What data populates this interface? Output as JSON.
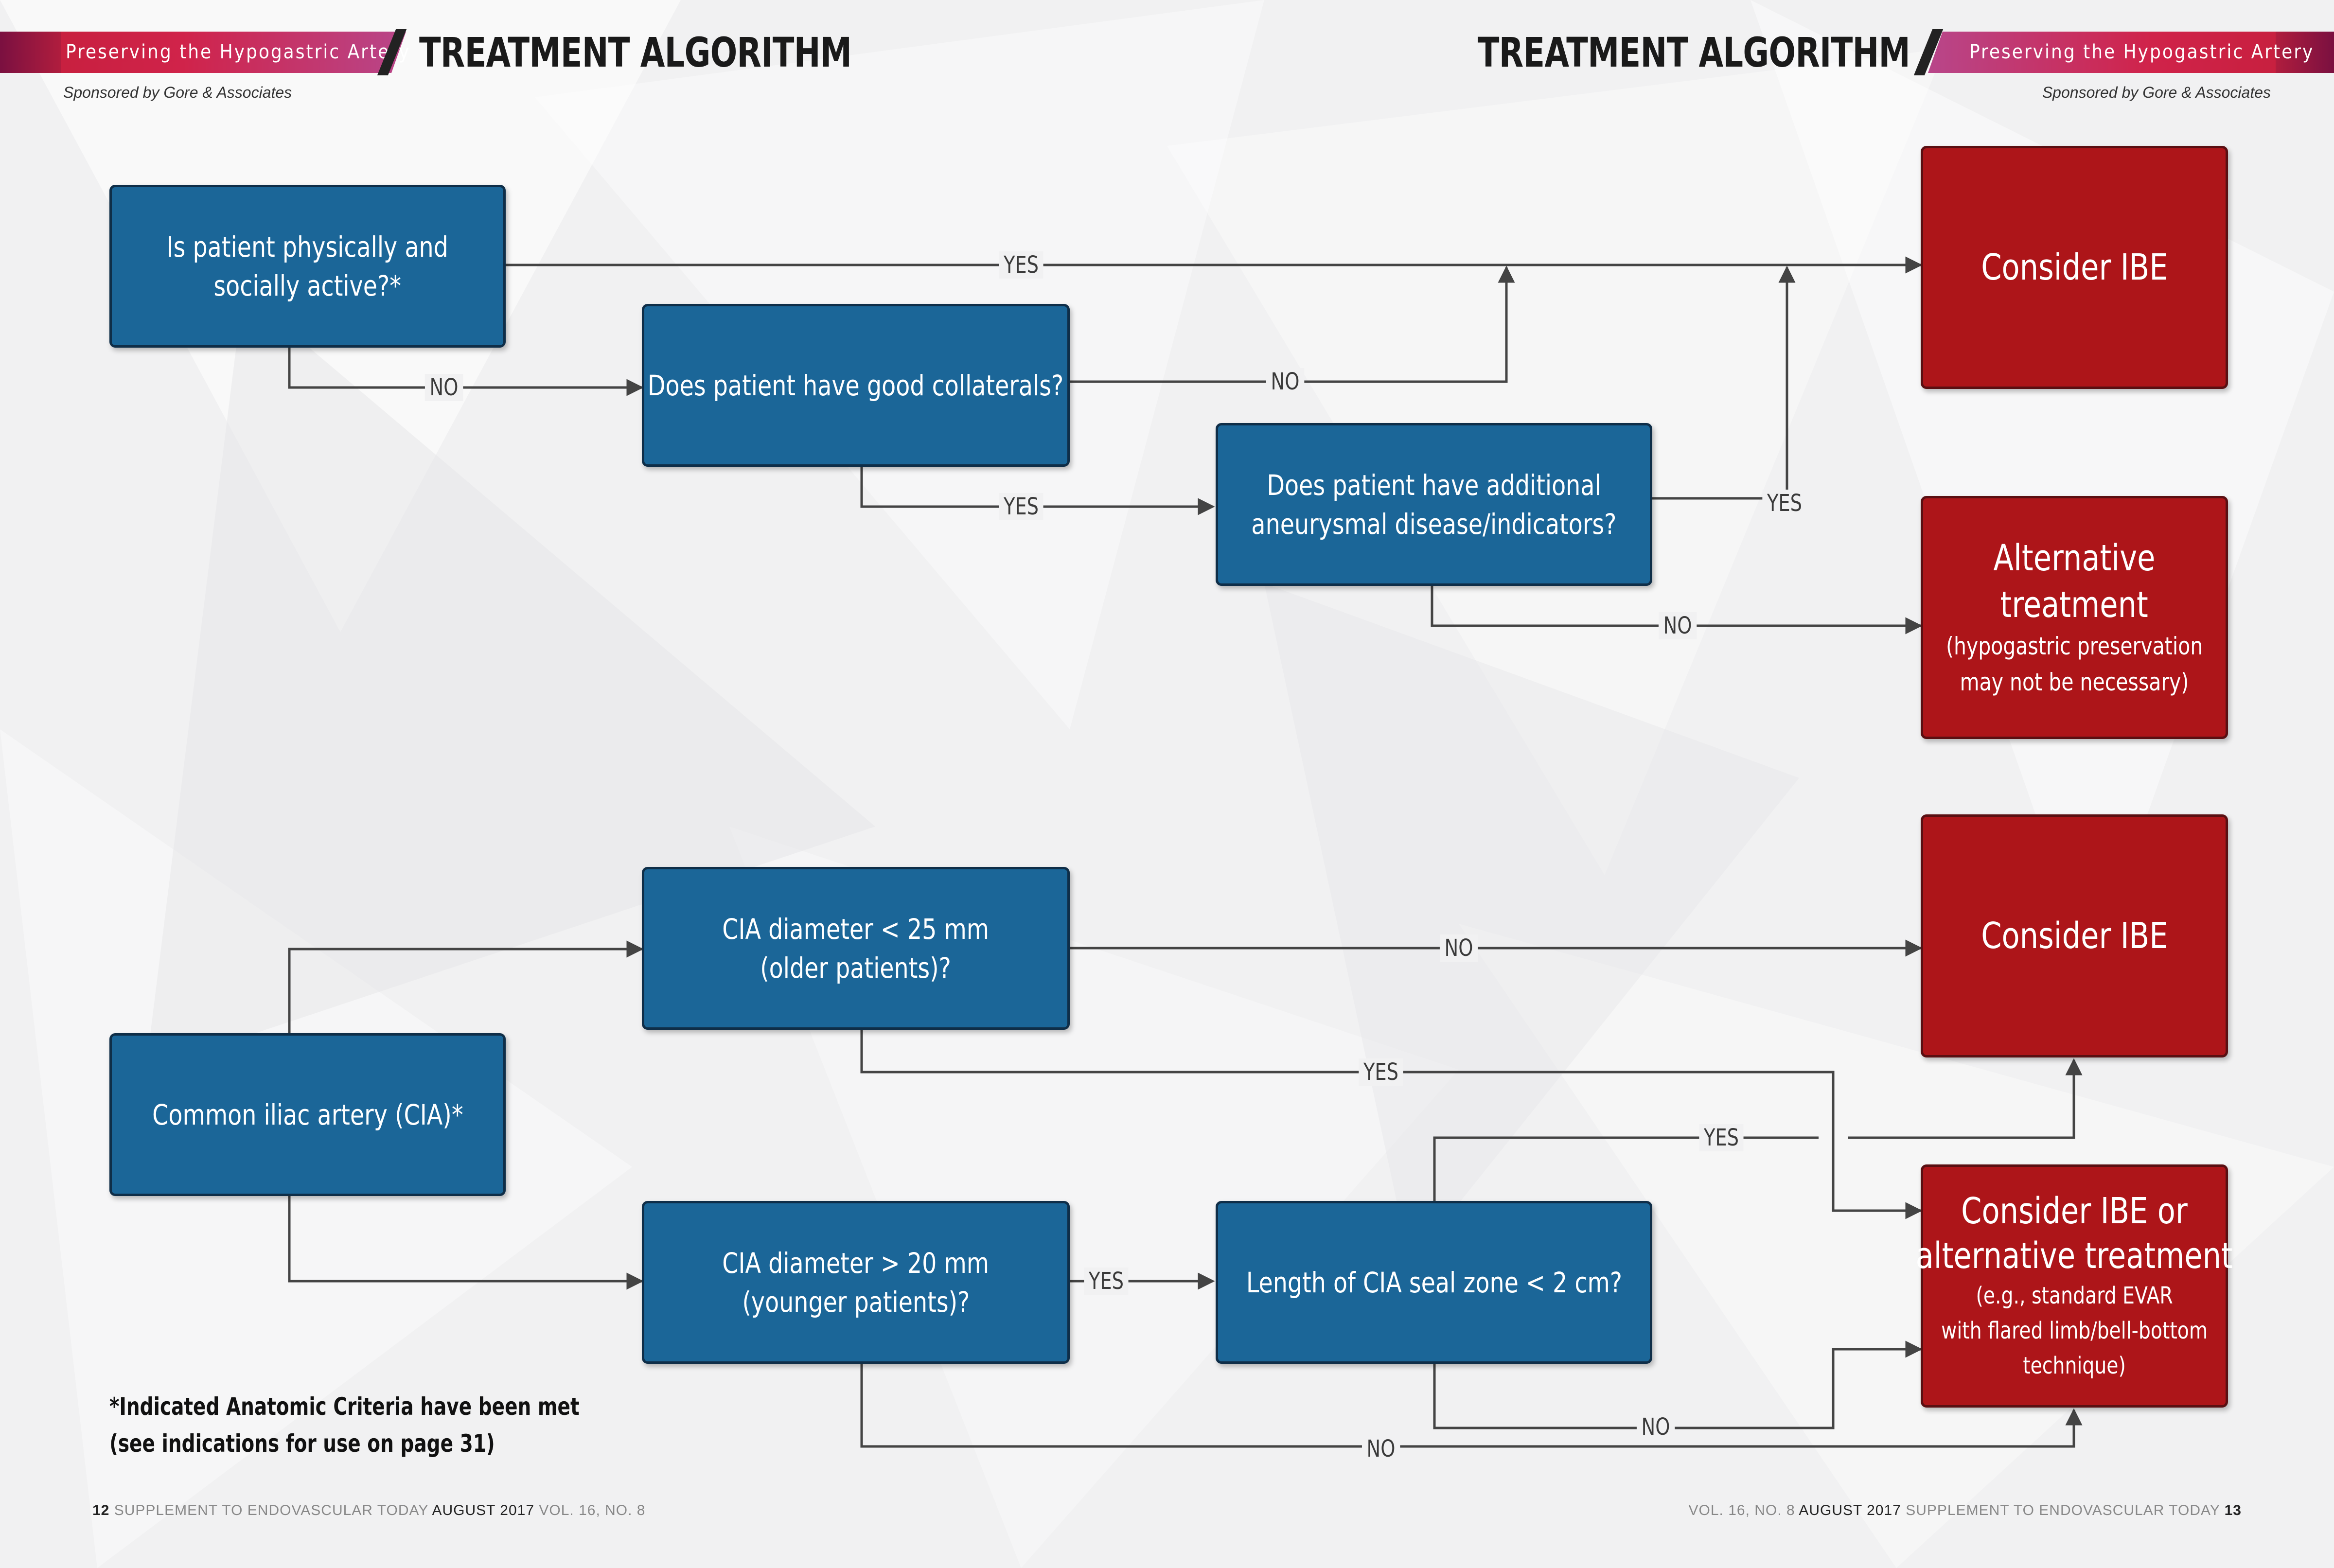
{
  "header": {
    "banner_text": "Preserving the Hypogastric Artery",
    "title": "TREATMENT ALGORITHM",
    "sponsor": "Sponsored by Gore & Associates"
  },
  "flowchart": {
    "q_active": [
      "Is patient physically and",
      "socially active?*"
    ],
    "q_collaterals": "Does patient have good collaterals?",
    "q_aneurysmal": [
      "Does patient have additional",
      "aneurysmal disease/indicators?"
    ],
    "consider_ibe": "Consider IBE",
    "alternative": {
      "title": [
        "Alternative",
        "treatment"
      ],
      "note": [
        "(hypogastric preservation",
        "may not be necessary)"
      ]
    },
    "cia": "Common iliac artery (CIA)*",
    "cia_lt25": [
      "CIA diameter < 25 mm",
      "(older patients)?"
    ],
    "cia_gt20": [
      "CIA diameter > 20 mm",
      "(younger patients)?"
    ],
    "seal_zone": "Length of CIA seal zone < 2 cm?",
    "consider_ibe_or_alt": {
      "title": [
        "Consider IBE or",
        "alternative treatment"
      ],
      "note": [
        "(e.g., standard EVAR",
        "with flared limb/bell-bottom",
        "technique)"
      ]
    },
    "yes": "YES",
    "no": "NO"
  },
  "footnote": [
    "*Indicated Anatomic Criteria have been met",
    "(see indications for use on page 31)"
  ],
  "footer": {
    "left_page": "12",
    "left_pub": "SUPPLEMENT TO ENDOVASCULAR TODAY",
    "date": "AUGUST 2017",
    "vol": "VOL. 16, NO. 8",
    "right_page": "13"
  }
}
